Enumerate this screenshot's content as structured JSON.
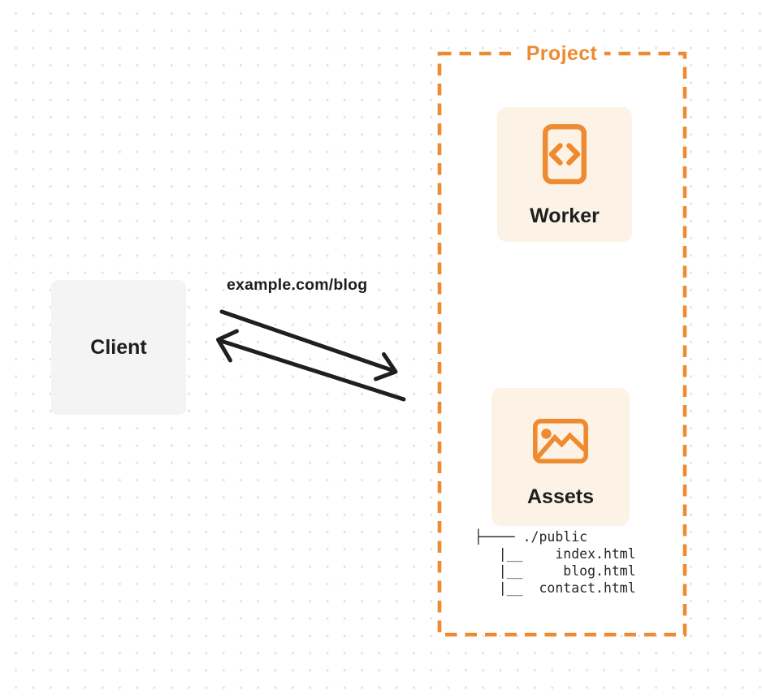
{
  "client": {
    "label": "Client"
  },
  "request": {
    "url_label": "example.com/blog"
  },
  "arrows": {
    "request_arrow": "client-to-project",
    "response_arrow": "project-to-client"
  },
  "project": {
    "label": "Project",
    "worker": {
      "label": "Worker",
      "icon": "code-file-icon"
    },
    "assets": {
      "label": "Assets",
      "icon": "image-icon",
      "file_tree": "├──── ./public\n   |__    index.html\n   |__     blog.html\n   |__  contact.html"
    }
  },
  "colors": {
    "accent_orange": "#EE8A2F",
    "card_cream": "#FCF2E5",
    "client_gray": "#F4F4F5",
    "arrow_dark": "#1F1F1F",
    "text_dark": "#1D1E20",
    "dot_gray": "#E2E2E2"
  }
}
